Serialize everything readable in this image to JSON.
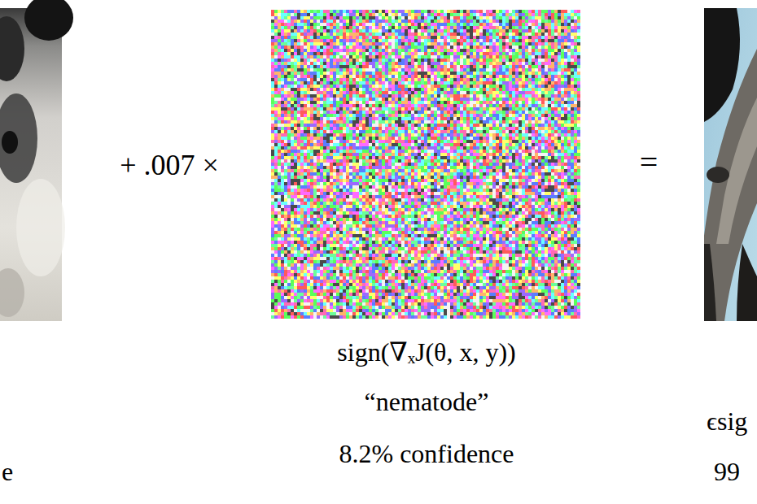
{
  "diagram": {
    "labels": [
      "+ .007 ×",
      "=",
      "sign(∇ₓJ(θ, x, y))",
      "“nematode”",
      "8.2% confidence",
      "e",
      "ϵsig",
      "99"
    ]
  }
}
